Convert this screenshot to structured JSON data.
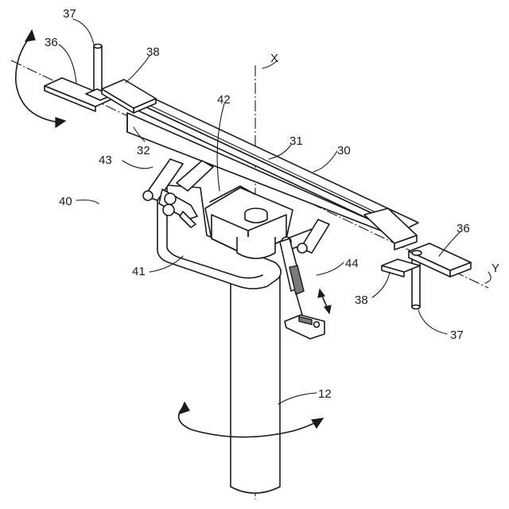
{
  "labels": {
    "l37a": "37",
    "l36a": "36",
    "l38a": "38",
    "lX": "X",
    "l42": "42",
    "l31": "31",
    "l30": "30",
    "l32": "32",
    "l43": "43",
    "l40": "40",
    "l41": "41",
    "l44": "44",
    "l36b": "36",
    "lY": "Y",
    "l38b": "38",
    "l37b": "37",
    "l12": "12"
  }
}
